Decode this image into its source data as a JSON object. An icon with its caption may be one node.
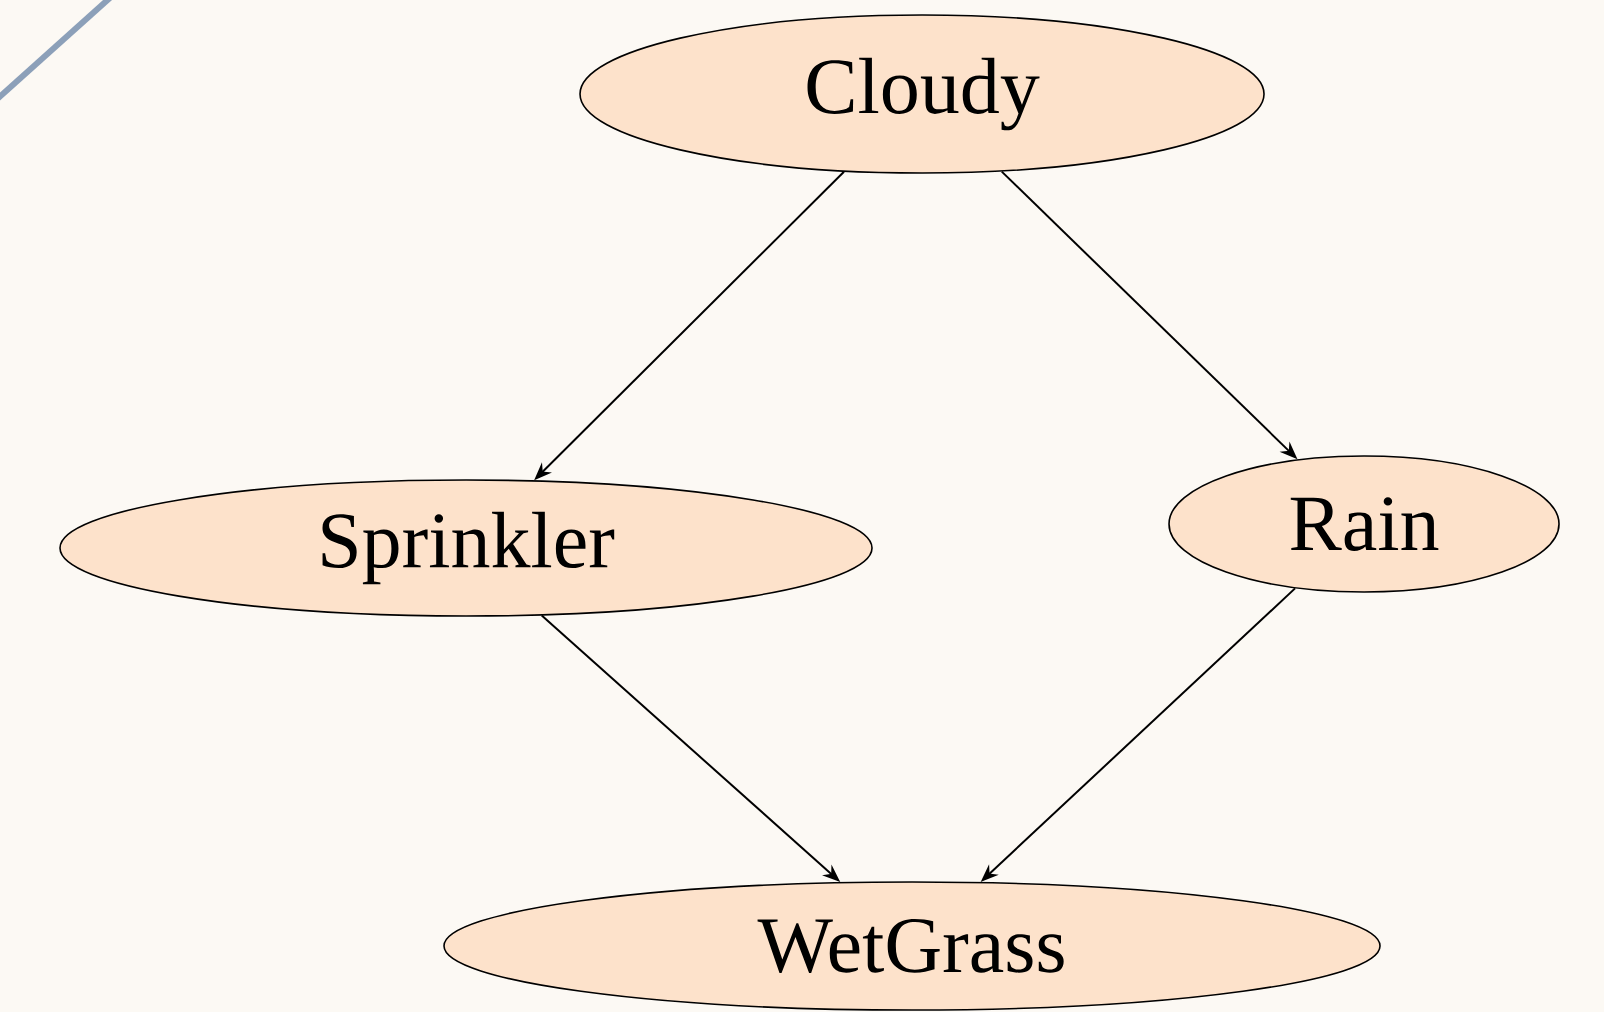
{
  "diagram": {
    "nodes": [
      {
        "text": [
          "Cloudy"
        ]
      },
      {
        "text": [
          "Sprinkler"
        ]
      },
      {
        "text": [
          "Rain"
        ]
      },
      {
        "text": [
          "WetGrass"
        ]
      }
    ],
    "edges": [
      {
        "from": 0,
        "to": 1,
        "arrow": "to"
      },
      {
        "from": 0,
        "to": 2,
        "arrow": "to"
      },
      {
        "from": 1,
        "to": 3,
        "arrow": "to"
      },
      {
        "from": 2,
        "to": 3,
        "arrow": "to"
      }
    ]
  }
}
